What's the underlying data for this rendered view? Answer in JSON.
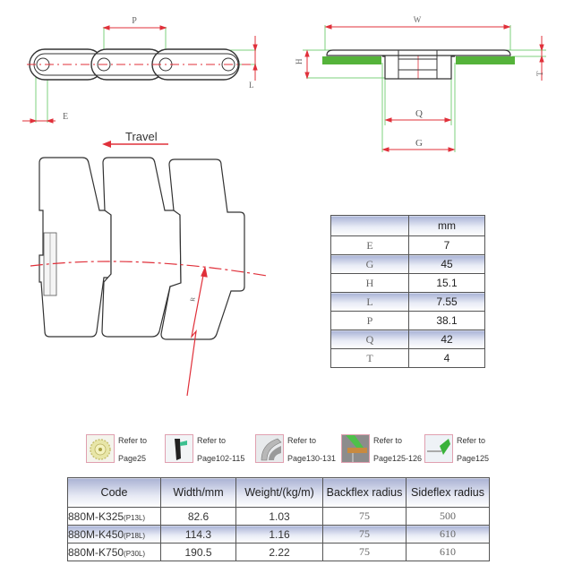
{
  "drawings": {
    "side_view": {
      "labels": {
        "pitch": "P",
        "offset": "E",
        "height": "L"
      }
    },
    "cross_section": {
      "labels": {
        "width": "W",
        "height": "H",
        "thickness": "T",
        "inner": "Q",
        "outer": "G"
      }
    },
    "top_view": {
      "travel_label": "Travel",
      "radius_label": "R"
    },
    "colors": {
      "dimension_line": "#e0303a",
      "extension_line": "#7ed07e",
      "top_plate": "#55b33a",
      "outline": "#333333"
    }
  },
  "dimension_table": {
    "unit_header": "mm",
    "rows": [
      {
        "key": "E",
        "value": "7"
      },
      {
        "key": "G",
        "value": "45"
      },
      {
        "key": "H",
        "value": "15.1"
      },
      {
        "key": "L",
        "value": "7.55"
      },
      {
        "key": "P",
        "value": "38.1"
      },
      {
        "key": "Q",
        "value": "42"
      },
      {
        "key": "T",
        "value": "4"
      }
    ]
  },
  "references": [
    {
      "icon": "sprocket-icon",
      "line1": "Refer to",
      "line2": "Page25"
    },
    {
      "icon": "chain-guide-icon",
      "line1": "Refer to",
      "line2": "Page102-115"
    },
    {
      "icon": "corner-track-icon",
      "line1": "Refer to",
      "line2": "Page130-131"
    },
    {
      "icon": "wear-strip-icon",
      "line1": "Refer to",
      "line2": "Page125-126"
    },
    {
      "icon": "side-guide-icon",
      "line1": "Refer to",
      "line2": "Page125"
    }
  ],
  "product_table": {
    "headers": [
      "Code",
      "Width/mm",
      "Weight/(kg/m)",
      "Backflex radius",
      "Sideflex radius"
    ],
    "rows": [
      {
        "code": "880M-K325",
        "suffix": "(P13L)",
        "width": "82.6",
        "weight": "1.03",
        "backflex": "75",
        "sideflex": "500"
      },
      {
        "code": "880M-K450",
        "suffix": "(P18L)",
        "width": "114.3",
        "weight": "1.16",
        "backflex": "75",
        "sideflex": "610"
      },
      {
        "code": "880M-K750",
        "suffix": "(P30L)",
        "width": "190.5",
        "weight": "2.22",
        "backflex": "75",
        "sideflex": "610"
      }
    ]
  }
}
